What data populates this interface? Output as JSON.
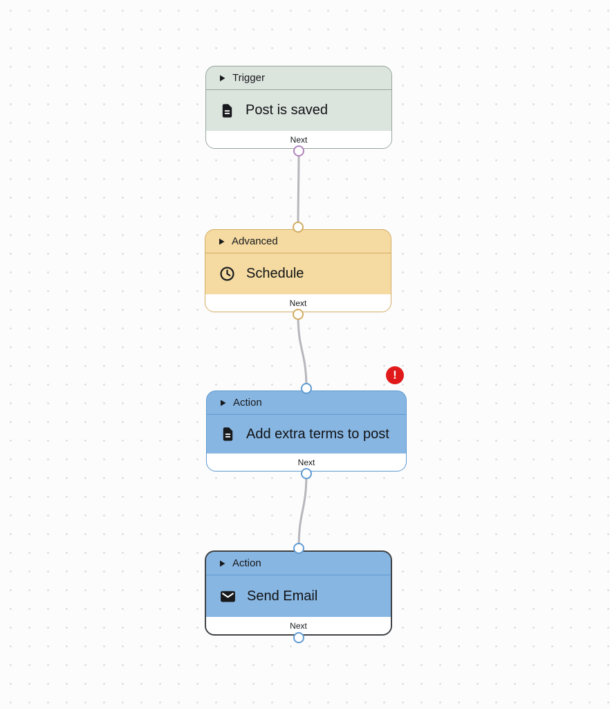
{
  "canvas": {
    "background_color": "#fcfcfc",
    "dot_color": "#dcdcdc",
    "edge_color": "#b6b6bc"
  },
  "nodes": [
    {
      "id": "post-is-saved",
      "category_label": "Trigger",
      "title": "Post is saved",
      "icon": "document-icon",
      "footer_label": "Next",
      "state": {
        "selected": false,
        "error": false
      },
      "colors": {
        "background": "#dce4de",
        "border": "#96a69b",
        "output_port": "#b083bd"
      }
    },
    {
      "id": "schedule",
      "category_label": "Advanced",
      "title": "Schedule",
      "icon": "clock-icon",
      "footer_label": "Next",
      "state": {
        "selected": false,
        "error": false
      },
      "colors": {
        "background": "#f5dba2",
        "border": "#d2ab62",
        "input_port": "#d2ab62",
        "output_port": "#d2ab62"
      }
    },
    {
      "id": "add-extra-terms-to-post",
      "category_label": "Action",
      "title": "Add extra terms to post",
      "icon": "document-icon",
      "footer_label": "Next",
      "state": {
        "selected": false,
        "error": true
      },
      "colors": {
        "background": "#88b6e2",
        "border": "#5d99cf",
        "input_port": "#619bd2",
        "output_port": "#619bd2"
      }
    },
    {
      "id": "send-email",
      "category_label": "Action",
      "title": "Send Email",
      "icon": "envelope-icon",
      "footer_label": "Next",
      "state": {
        "selected": true,
        "error": false
      },
      "colors": {
        "background": "#88b6e2",
        "border": "#3f4246",
        "input_port": "#619bd2",
        "output_port": "#619bd2"
      }
    }
  ],
  "edges": [
    {
      "from": "post-is-saved",
      "to": "schedule"
    },
    {
      "from": "schedule",
      "to": "add-extra-terms-to-post"
    },
    {
      "from": "add-extra-terms-to-post",
      "to": "send-email"
    }
  ],
  "error_badge": {
    "glyph": "!",
    "background": "#e01a1a",
    "foreground": "#ffffff"
  }
}
